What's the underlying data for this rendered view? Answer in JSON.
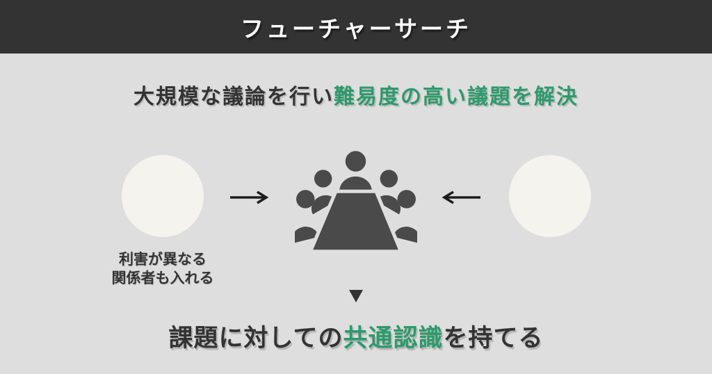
{
  "colors": {
    "header_bg": "#333333",
    "body_bg": "#dedede",
    "circle_bg": "#f5f3ee",
    "accent_green": "#2d9a6c",
    "text_dark": "#333333",
    "icon_gray": "#4a4a4a"
  },
  "header": {
    "title": "フューチャーサーチ"
  },
  "subtitle": {
    "prefix": "大規模な議論を行い",
    "highlight": "難易度の高い議題を解決"
  },
  "diagram": {
    "left_circle": "stakeholder-circle-left",
    "right_circle": "stakeholder-circle-right",
    "center_icon": "meeting-table-icon",
    "left_arrow_icon": "arrow-right-icon",
    "right_arrow_icon": "arrow-left-icon",
    "down_icon": "triangle-down-icon",
    "left_caption_line1": "利害が異なる",
    "left_caption_line2": "関係者も入れる"
  },
  "conclusion": {
    "prefix": "課題に対しての",
    "highlight": "共通認識",
    "suffix": "を持てる"
  }
}
